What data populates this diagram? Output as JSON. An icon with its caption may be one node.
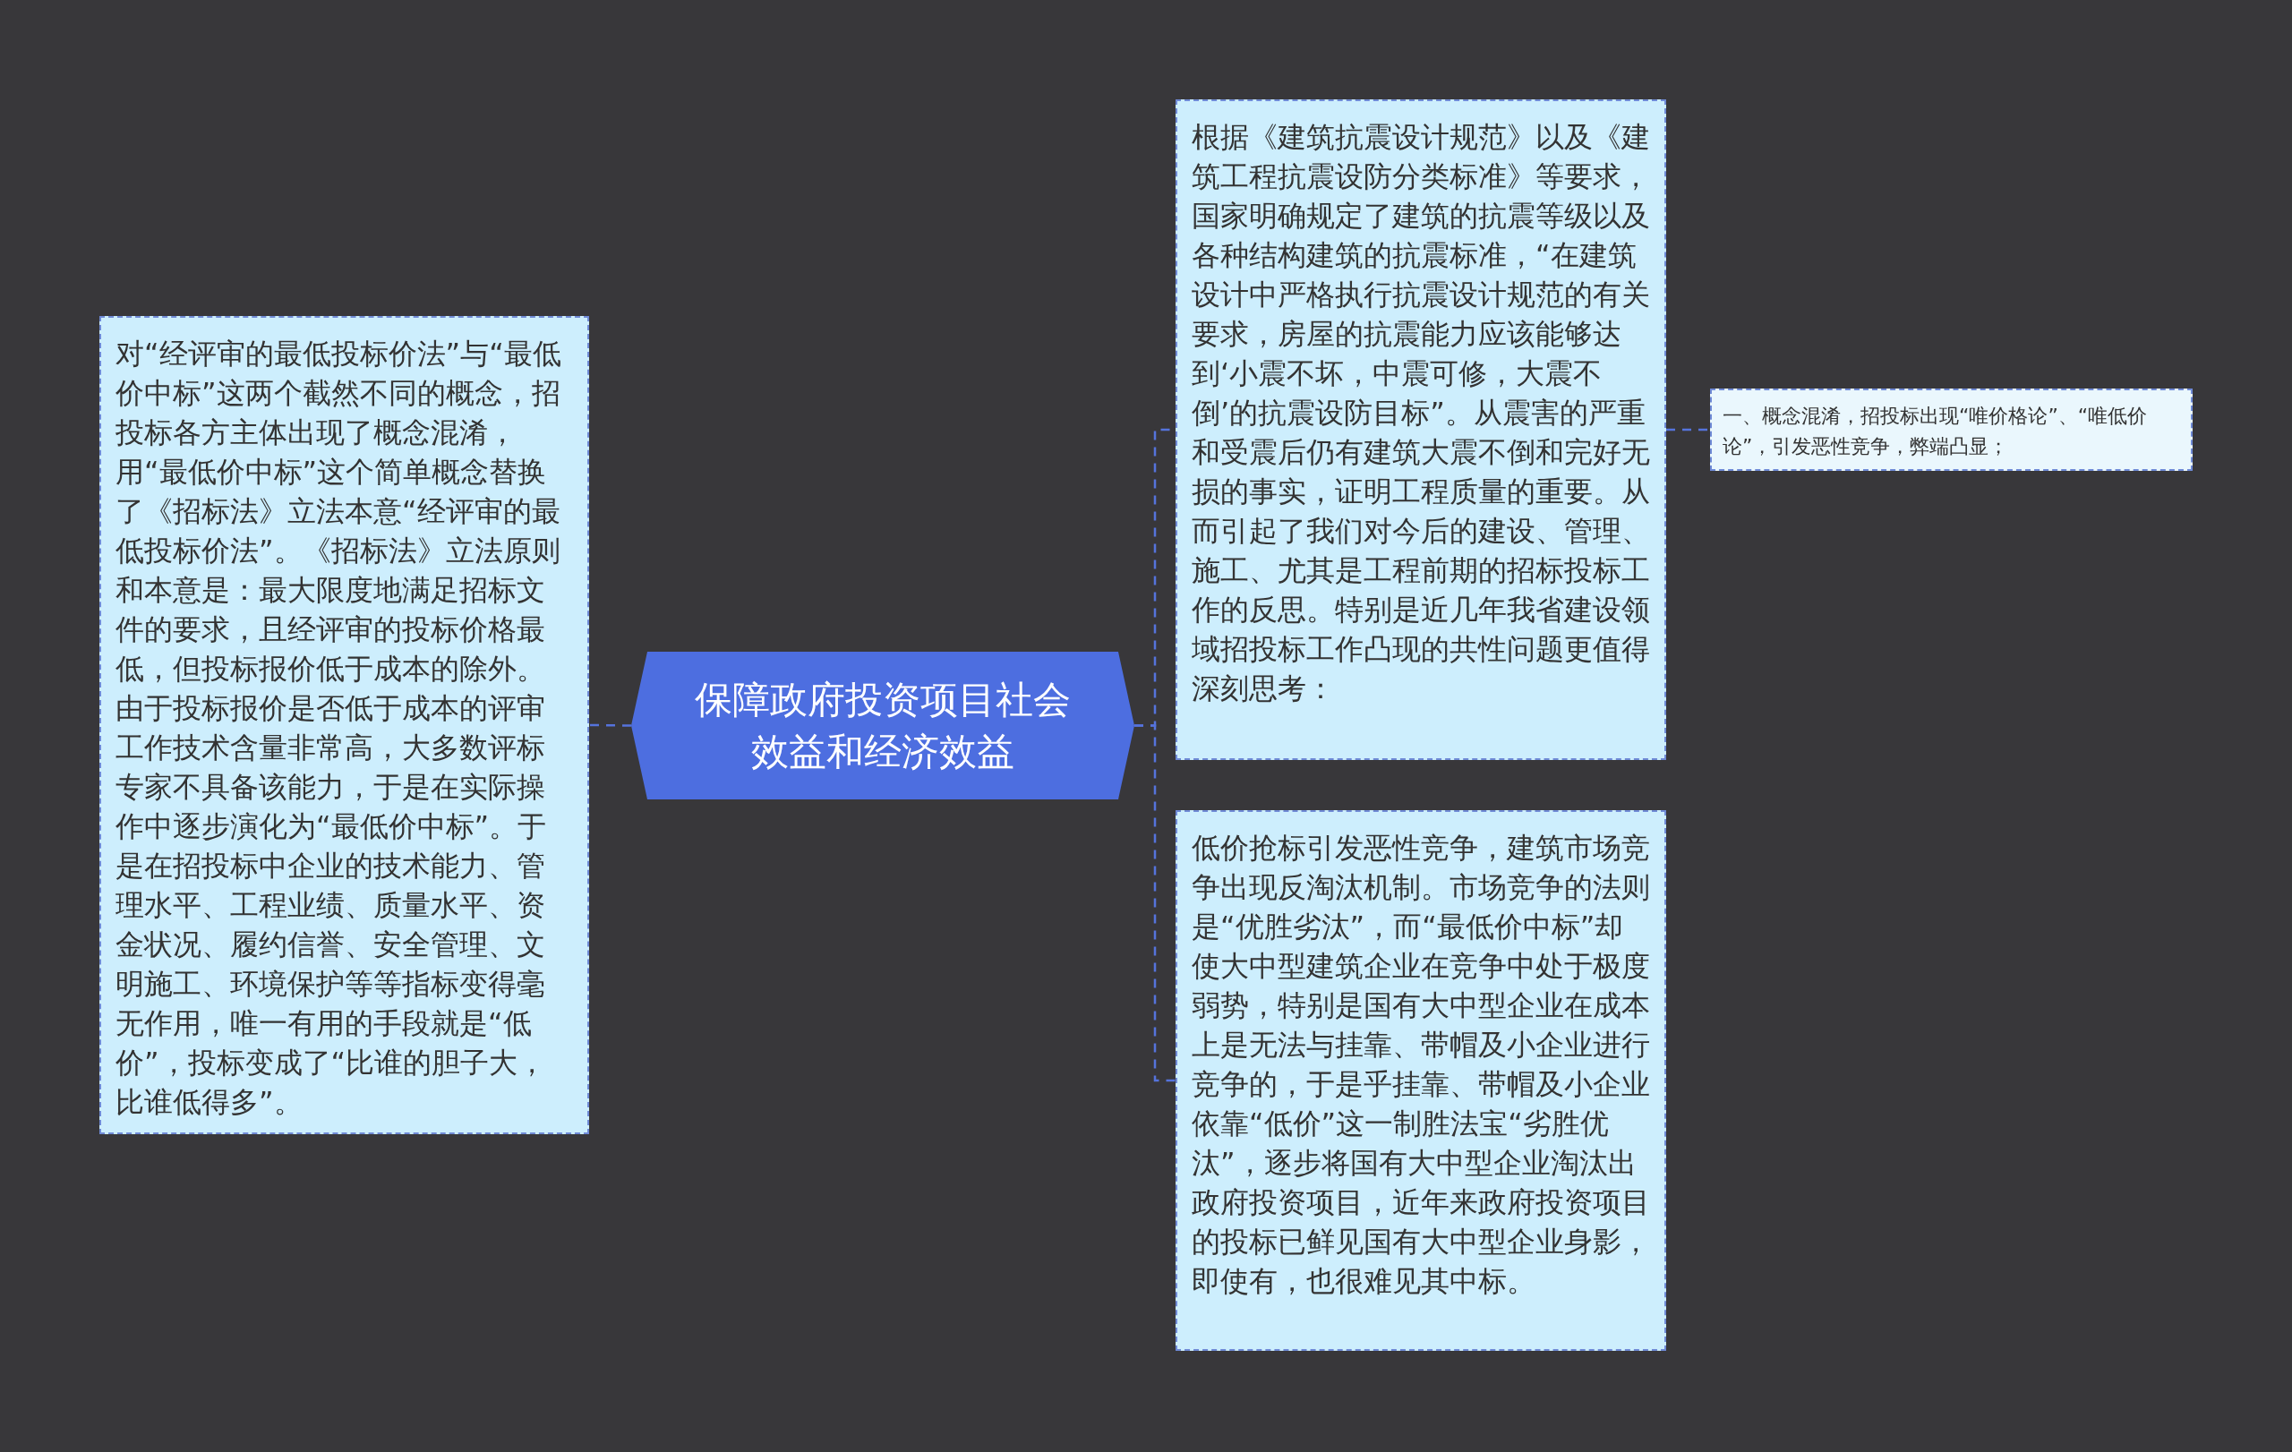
{
  "diagram": {
    "nodes": [
      {
        "text": [
          "保障政府投资项目社会效益和经济效益"
        ]
      },
      {
        "text": [
          "对“经评审的最低投标价法”与“最低价中标”这两个截然不同的概念，招投标各方主体出现了概念混淆，用“最低价中标”这个简单概念替换了《招标法》立法本意“经评审的最低投标价法”。《招标法》立法原则和本意是：最大限度地满足招标文件的要求，且经评审的投标价格最低，但投标报价低于成本的除外。由于投标报价是否低于成本的评审工作技术含量非常高，大多数评标专家不具备该能力，于是在实际操作中逐步演化为“最低价中标”。于是在招投标中企业的技术能力、管理水平、工程业绩、质量水平、资金状况、履约信誉、安全管理、文明施工、环境保护等等指标变得毫无作用，唯一有用的手段就是“低价”，投标变成了“比谁的胆子大，比谁低得多”。"
        ]
      },
      {
        "text": [
          "根据《建筑抗震设计规范》以及《建筑工程抗震设防分类标准》等要求，国家明确规定了建筑的抗震等级以及各种结构建筑的抗震标准，“在建筑设计中严格执行抗震设计规范的有关要求，房屋的抗震能力应该能够达到‘小震不坏，中震可修，大震不倒’的抗震设防目标”。从震害的严重和受震后仍有建筑大震不倒和完好无损的事实，证明工程质量的重要。从而引起了我们对今后的建设、管理、施工、尤其是工程前期的招标投标工作的反思。特别是近几年我省建设领域招投标工作凸现的共性问题更值得深刻思考："
        ]
      },
      {
        "text": [
          "低价抢标引发恶性竞争，建筑市场竞争出现反淘汰机制。市场竞争的法则是“优胜劣汰”，而“最低价中标”却使大中型建筑企业在竞争中处于极度弱势，特别是国有大中型企业在成本上是无法与挂靠、带帽及小企业进行竞争的，于是乎挂靠、带帽及小企业依靠“低价”这一制胜法宝“劣胜优汰”，逐步将国有大中型企业淘汰出政府投资项目，近年来政府投资项目的投标已鲜见国有大中型企业身影，即使有，也很难见其中标。"
        ]
      },
      {
        "text": [
          "一、概念混淆，招投标出现“唯价格论”、“唯低价论”，引发恶性竞争，弊端凸显；"
        ]
      }
    ],
    "edges": [
      {
        "from": 0,
        "to": 1,
        "arrow": "none",
        "style": "dashed"
      },
      {
        "from": 0,
        "to": 2,
        "arrow": "none",
        "style": "dashed"
      },
      {
        "from": 0,
        "to": 3,
        "arrow": "none",
        "style": "dashed"
      },
      {
        "from": 2,
        "to": 4,
        "arrow": "none",
        "style": "dashed"
      }
    ]
  }
}
